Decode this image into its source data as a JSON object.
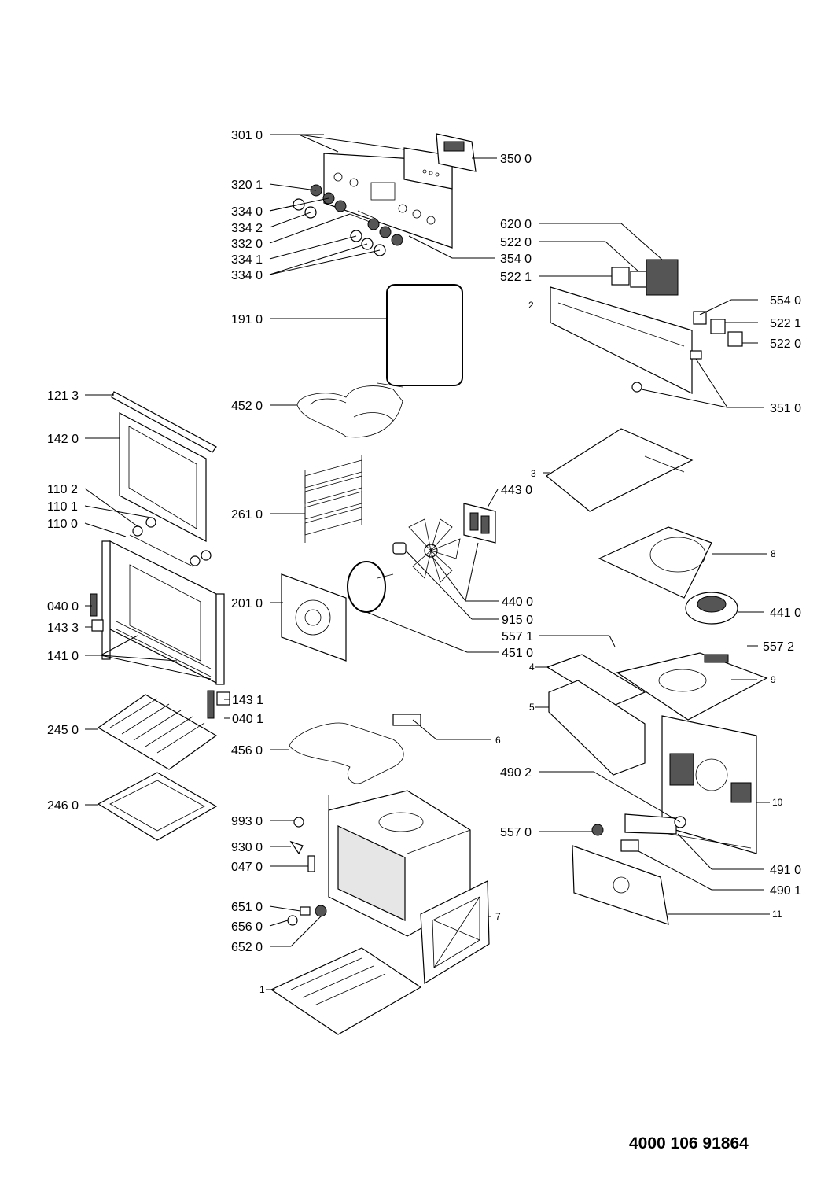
{
  "document_number": "4000 106 91864",
  "labels": {
    "l3010": "301 0",
    "l3500": "350 0",
    "l3201": "320 1",
    "l3340a": "334 0",
    "l3342": "334 2",
    "l3320": "332 0",
    "l3341": "334 1",
    "l3340b": "334 0",
    "l6200": "620 0",
    "l5220a": "522 0",
    "l3540": "354 0",
    "l5221a": "522 1",
    "l2": "2",
    "l5540": "554 0",
    "l5221b": "522 1",
    "l5220b": "522 0",
    "l3510": "351 0",
    "l1910": "191 0",
    "l1213": "121 3",
    "l4520": "452 0",
    "l1420": "142 0",
    "l3": "3",
    "l1102": "110 2",
    "l4430": "443 0",
    "l2610": "261 0",
    "l1101": "110 1",
    "l1100": "110 0",
    "l8": "8",
    "l4400": "440 0",
    "l0400": "040 0",
    "l2010": "201 0",
    "l4410": "441 0",
    "l9150": "915 0",
    "l1433": "143 3",
    "l5571": "557 1",
    "l5572": "557 2",
    "l1410": "141 0",
    "l4510": "451 0",
    "l4": "4",
    "l9": "9",
    "l1431": "143 1",
    "l5": "5",
    "l0401": "040 1",
    "l2450": "245 0",
    "l6": "6",
    "l4560": "456 0",
    "l4902": "490 2",
    "l10": "10",
    "l2460": "246 0",
    "l9930": "993 0",
    "l5570": "557 0",
    "l9300": "930 0",
    "l0470": "047 0",
    "l4910": "491 0",
    "l4901": "490 1",
    "l11": "11",
    "l6510": "651 0",
    "l6560": "656 0",
    "l7": "7",
    "l6520": "652 0",
    "l1": "1"
  }
}
